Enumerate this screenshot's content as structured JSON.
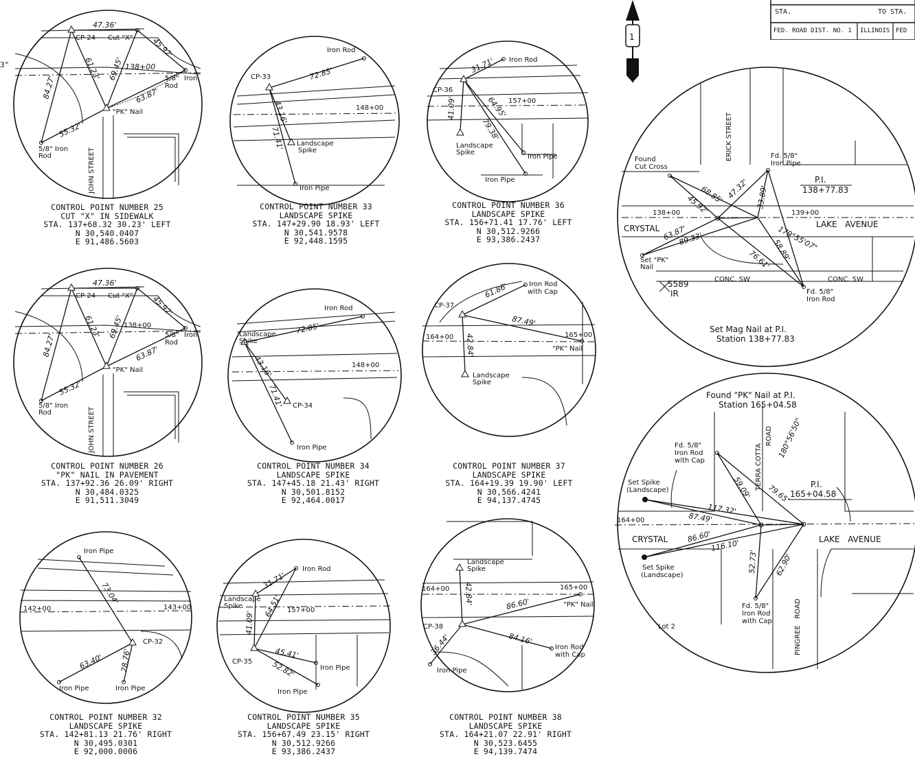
{
  "title_block": {
    "sta_label": "STA.",
    "to_sta_label": "TO STA.",
    "fed_road_dist": "FED. ROAD DIST. NO. 1",
    "state": "ILLINOIS",
    "fed_abbrev": "FED"
  },
  "north_arrow": {
    "number": "1"
  },
  "edge_text": "3\"",
  "controls": [
    {
      "id": "cp25",
      "lines": [
        "CONTROL POINT NUMBER 25",
        "CUT \"X\" IN SIDEWALK",
        "STA. 137+68.32 30.23' LEFT",
        "N 30,540.0407",
        "E 91,486.5603"
      ]
    },
    {
      "id": "cp33",
      "lines": [
        "CONTROL POINT NUMBER 33",
        "LANDSCAPE SPIKE",
        "STA. 147+29.90 18.93' LEFT",
        "N 30,541.9578",
        "E 92,448.1595"
      ]
    },
    {
      "id": "cp36",
      "lines": [
        "CONTROL POINT NUMBER 36",
        "LANDSCAPE SPIKE",
        "STA. 156+71.41 17.76' LEFT",
        "N 30,512.9266",
        "E 93,386.2437"
      ]
    },
    {
      "id": "cp26",
      "lines": [
        "CONTROL POINT NUMBER 26",
        "\"PK\" NAIL IN PAVEMENT",
        "STA. 137+92.36 26.09' RIGHT",
        "N 30,484.0325",
        "E 91,511.3049"
      ]
    },
    {
      "id": "cp34",
      "lines": [
        "CONTROL POINT NUMBER 34",
        "LANDSCAPE SPIKE",
        "STA. 147+45.18 21.43' RIGHT",
        "N 30,501.8152",
        "E 92,464.0017"
      ]
    },
    {
      "id": "cp37",
      "lines": [
        "CONTROL POINT NUMBER 37",
        "LANDSCAPE SPIKE",
        "STA. 164+19.39 19.90' LEFT",
        "N 30,566.4241",
        "E 94,137.4745"
      ]
    },
    {
      "id": "cp32",
      "lines": [
        "CONTROL POINT NUMBER 32",
        "LANDSCAPE SPIKE",
        "STA. 142+81.13 21.76' RIGHT",
        "N 30,495.0301",
        "E 92,000.0006"
      ]
    },
    {
      "id": "cp35",
      "lines": [
        "CONTROL POINT NUMBER 35",
        "LANDSCAPE SPIKE",
        "STA. 156+67.49 23.15' RIGHT",
        "N 30,512.9266",
        "E 93,386.2437"
      ]
    },
    {
      "id": "cp38",
      "lines": [
        "CONTROL POINT NUMBER 38",
        "LANDSCAPE SPIKE",
        "STA. 164+21.07 22.91' RIGHT",
        "N 30,523.6455",
        "E 94,139.7474"
      ]
    }
  ],
  "labels": {
    "cp24": "CP-24",
    "cut_x": "Cut \"X\"",
    "pk_nail": "\"PK\" Nail",
    "iron_rod_58a": "5/8\" Iron",
    "iron_rod_58b": "Rod",
    "iron_word": "Iron",
    "rod_word": "Rod",
    "fiveeighths": "5/8\"",
    "john_street": "JOHN STREET",
    "sta_138": "138+00",
    "d_4736": "47.36'",
    "d_4592": "45.92'",
    "d_6123": "61.23'",
    "d_6945": "69.45'",
    "d_8427": "84.27'",
    "d_6387": "63.87'",
    "d_5532": "55.32'",
    "cp33": "CP-33",
    "iron_rod": "Iron Rod",
    "iron_pipe": "Iron Pipe",
    "landscape": "Landscape",
    "spike": "Spike",
    "sta_148": "148+00",
    "d_7285": "72.85'",
    "d_4316": "43.16'",
    "d_7141": "71.41'",
    "cp34": "CP-34",
    "landscape_spike_lc": "Landscape",
    "spike_lc": "Spike",
    "cp36": "CP-36",
    "sta_157": "157+00",
    "d_3171": "31.71'",
    "d_4109": "41.09'",
    "d_6495": "64.95'",
    "d_7938": "79.38'",
    "cp35": "CP-35",
    "d_6451": "64.51'",
    "d_4541": "45.41'",
    "d_5282": "52.82'",
    "cp37": "CP-37",
    "iron_rod_with": "Iron Rod",
    "with_cap": "with Cap",
    "sta_164": "164+00",
    "sta_165": "165+00",
    "d_6186": "61.86'",
    "d_8749": "87.49'",
    "d_4284": "42.84'",
    "pk_nail2": "\"PK\" Nail",
    "cp38": "CP-38",
    "d_8660": "86.60'",
    "d_8416": "84.16'",
    "d_3644": "36.44'",
    "cp32": "CP-32",
    "sta_142": "142+00",
    "sta_143": "143+00",
    "d_7304": "73.04'",
    "d_6340": "63.40'",
    "d_2876": "28.76'",
    "erick": "ERICK STREET",
    "found": "Found",
    "cut_cross": "Cut Cross",
    "fd58": "Fd. 5/8\"",
    "iron_pipe_b": "Iron Pipe",
    "pi": "P.I.",
    "pi_sta1": "138+77.83",
    "sta_139": "139+00",
    "crystal": "CRYSTAL",
    "lake_avenue": "LAKE   AVENUE",
    "d_6885": "68.85'",
    "d_4732": "47.32'",
    "d_3389": "33.89'",
    "d_8933": "89.33'",
    "d_7661": "76.61'",
    "d_5889": "58.89'",
    "ang1": "179°55'07\"",
    "set_pk": "Set \"PK\"",
    "nail": "Nail",
    "fd_iron_rod": "Iron Rod",
    "n5589": "5589",
    "ir": "IR",
    "conc_sw": "CONC. SW",
    "set_mag1": "Set Mag Nail at P.I.",
    "set_mag2": "Station 138+77.83",
    "found_pk1": "Found \"PK\" Nail at P.I.",
    "found_pk2": "Station 165+04.58",
    "terra": "TERRA COTTA",
    "road": "ROAD",
    "ang2": "180°56'50\"",
    "pi_sta2": "165+04.58",
    "set_spike": "Set Spike",
    "landscape_paren": "(Landscape)",
    "d_5909": "59.09'",
    "d_7965": "79.65'",
    "d_11732": "117.32'",
    "d_11610": "116.10'",
    "d_5273": "52.73'",
    "d_6290": "62.90'",
    "pingree": "PINGREE   ROAD",
    "lot2": "Lot 2",
    "lake_avenue2": "LAKE   AVENUE"
  }
}
